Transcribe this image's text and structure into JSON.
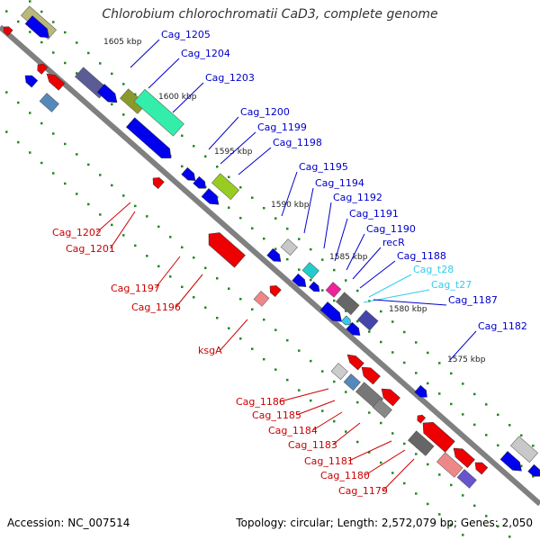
{
  "title": "Chlorobium chlorochromatii CaD3, complete genome",
  "footer": {
    "accession": "Accession: NC_007514",
    "topology": "Topology: circular; Length: 2,572,079 bp; Genes: 2,050"
  },
  "scale_ticks": [
    "1605 kbp",
    "1600 kbp",
    "1595 kbp",
    "1590 kbp",
    "1585 kbp",
    "1580 kbp",
    "1575 kbp"
  ],
  "gene_labels_upper": [
    "Cag_1205",
    "Cag_1204",
    "Cag_1203",
    "Cag_1200",
    "Cag_1199",
    "Cag_1198",
    "Cag_1195",
    "Cag_1194",
    "Cag_1192",
    "Cag_1191",
    "Cag_1190",
    "recR",
    "Cag_1188",
    "Cag_t28",
    "Cag_t27",
    "Cag_1187",
    "Cag_1182"
  ],
  "gene_labels_lower": [
    "Cag_1202",
    "Cag_1201",
    "Cag_1197",
    "Cag_1196",
    "ksgA",
    "Cag_1186",
    "Cag_1185",
    "Cag_1184",
    "Cag_1183",
    "Cag_1181",
    "Cag_1180",
    "Cag_1179"
  ],
  "colors": {
    "forward_gene": "#0000ee",
    "reverse_gene": "#ee0000",
    "trna": "#33ccee",
    "backbone": "#808080",
    "gc_dots": "#228822"
  }
}
